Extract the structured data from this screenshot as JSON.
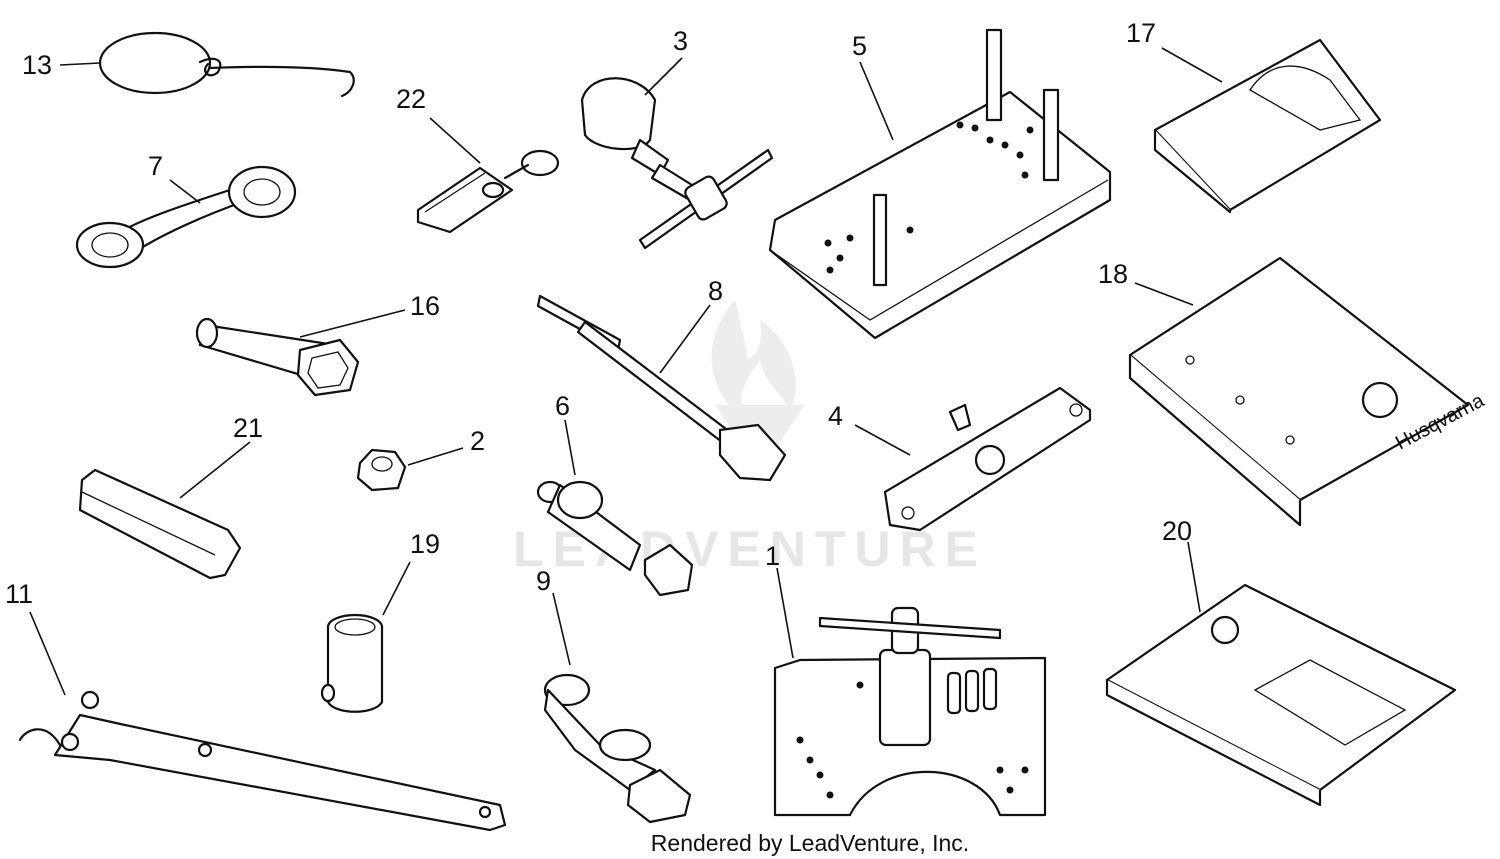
{
  "watermark": {
    "text": "LEADVENTURE"
  },
  "footer": {
    "credit": "Rendered by LeadVenture, Inc."
  },
  "callouts": {
    "c1": "1",
    "c2": "2",
    "c3": "3",
    "c4": "4",
    "c5": "5",
    "c6": "6",
    "c7": "7",
    "c8": "8",
    "c9": "9",
    "c11": "11",
    "c13": "13",
    "c16": "16",
    "c17": "17",
    "c18": "18",
    "c19": "19",
    "c20": "20",
    "c21": "21",
    "c22": "22"
  },
  "brand_on_manuals": "Husqvarna"
}
